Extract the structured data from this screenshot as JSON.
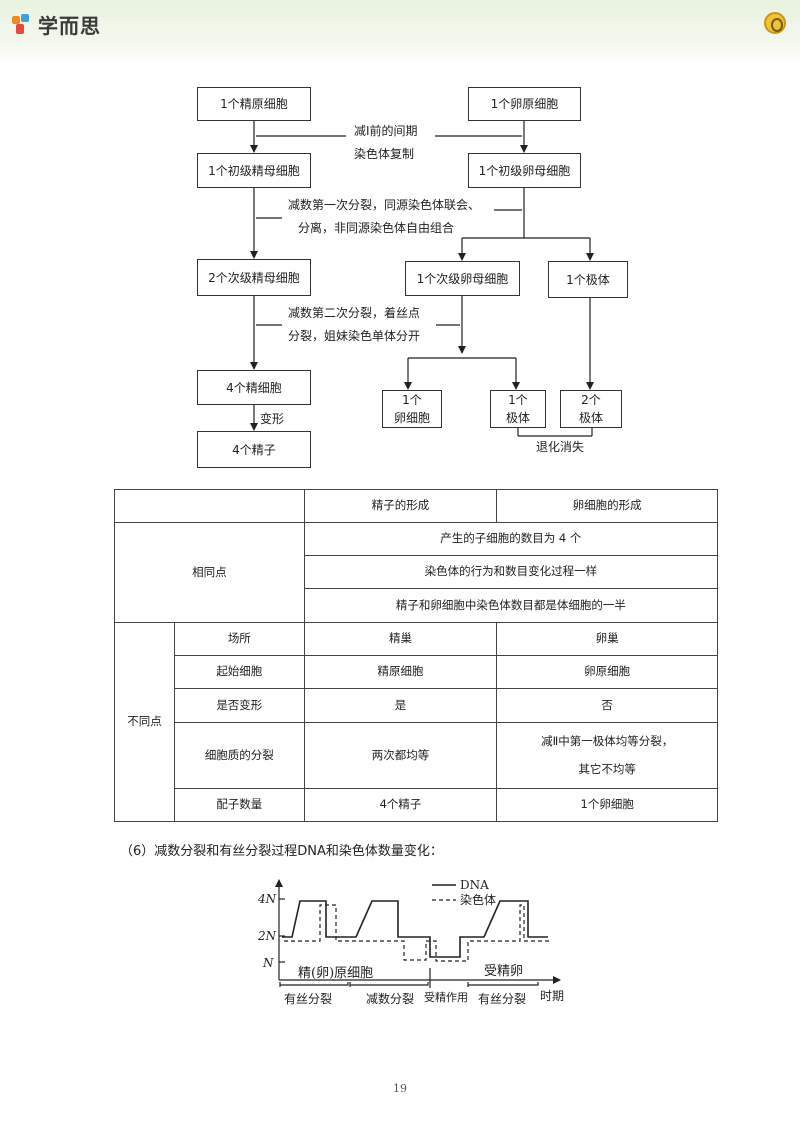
{
  "header": {
    "brand": "学而思"
  },
  "flow": {
    "sperm": {
      "b1": "1个精原细胞",
      "b2": "1个初级精母细胞",
      "b3": "2个次级精母细胞",
      "b4": "4个精细胞",
      "b5": "4个精子",
      "transform": "变形"
    },
    "egg": {
      "b1": "1个卵原细胞",
      "b2": "1个初级卵母细胞",
      "b3": "1个次级卵母细胞",
      "b4": "1个极体",
      "r1": [
        "1个",
        "卵细胞"
      ],
      "r2": [
        "1个",
        "极体"
      ],
      "r3": [
        "2个",
        "极体"
      ],
      "degen": "退化消失"
    },
    "notes": {
      "n1": [
        "减I前的间期",
        "染色体复制"
      ],
      "n2": [
        "减数第一次分裂，同源染色体联会、",
        "分离，非同源染色体自由组合"
      ],
      "n3": [
        "减数第二次分裂，着丝点",
        "分裂，姐妹染色单体分开"
      ]
    }
  },
  "table": {
    "header": [
      "",
      "精子的形成",
      "卵细胞的形成"
    ],
    "same_label": "相同点",
    "same_rows": [
      "产生的子细胞的数目为 4 个",
      "染色体的行为和数目变化过程一样",
      "精子和卵细胞中染色体数目都是体细胞的一半"
    ],
    "diff_label": "不同点",
    "diff_rows": [
      {
        "item": "场所",
        "sperm": "精巢",
        "egg": "卵巢"
      },
      {
        "item": "起始细胞",
        "sperm": "精原细胞",
        "egg": "卵原细胞"
      },
      {
        "item": "是否变形",
        "sperm": "是",
        "egg": "否"
      },
      {
        "item": "细胞质的分裂",
        "sperm": "两次都均等",
        "egg": "减Ⅱ中第一极体均等分裂，",
        "egg2": "其它不均等"
      },
      {
        "item": "配子数量",
        "sperm": "4个精子",
        "egg": "1个卵细胞"
      }
    ]
  },
  "section": {
    "title": "（6）减数分裂和有丝分裂过程DNA和染色体数量变化："
  },
  "graph": {
    "y_ticks": [
      "4N",
      "2N",
      "N"
    ],
    "legend": [
      "DNA",
      "染色体"
    ],
    "labels": {
      "cell1": "精(卵)原细胞",
      "cell2": "受精卵",
      "x": "时期"
    },
    "phases": [
      "有丝分裂",
      "减数分裂",
      "受精作用",
      "有丝分裂"
    ]
  },
  "page": {
    "number": "19"
  }
}
